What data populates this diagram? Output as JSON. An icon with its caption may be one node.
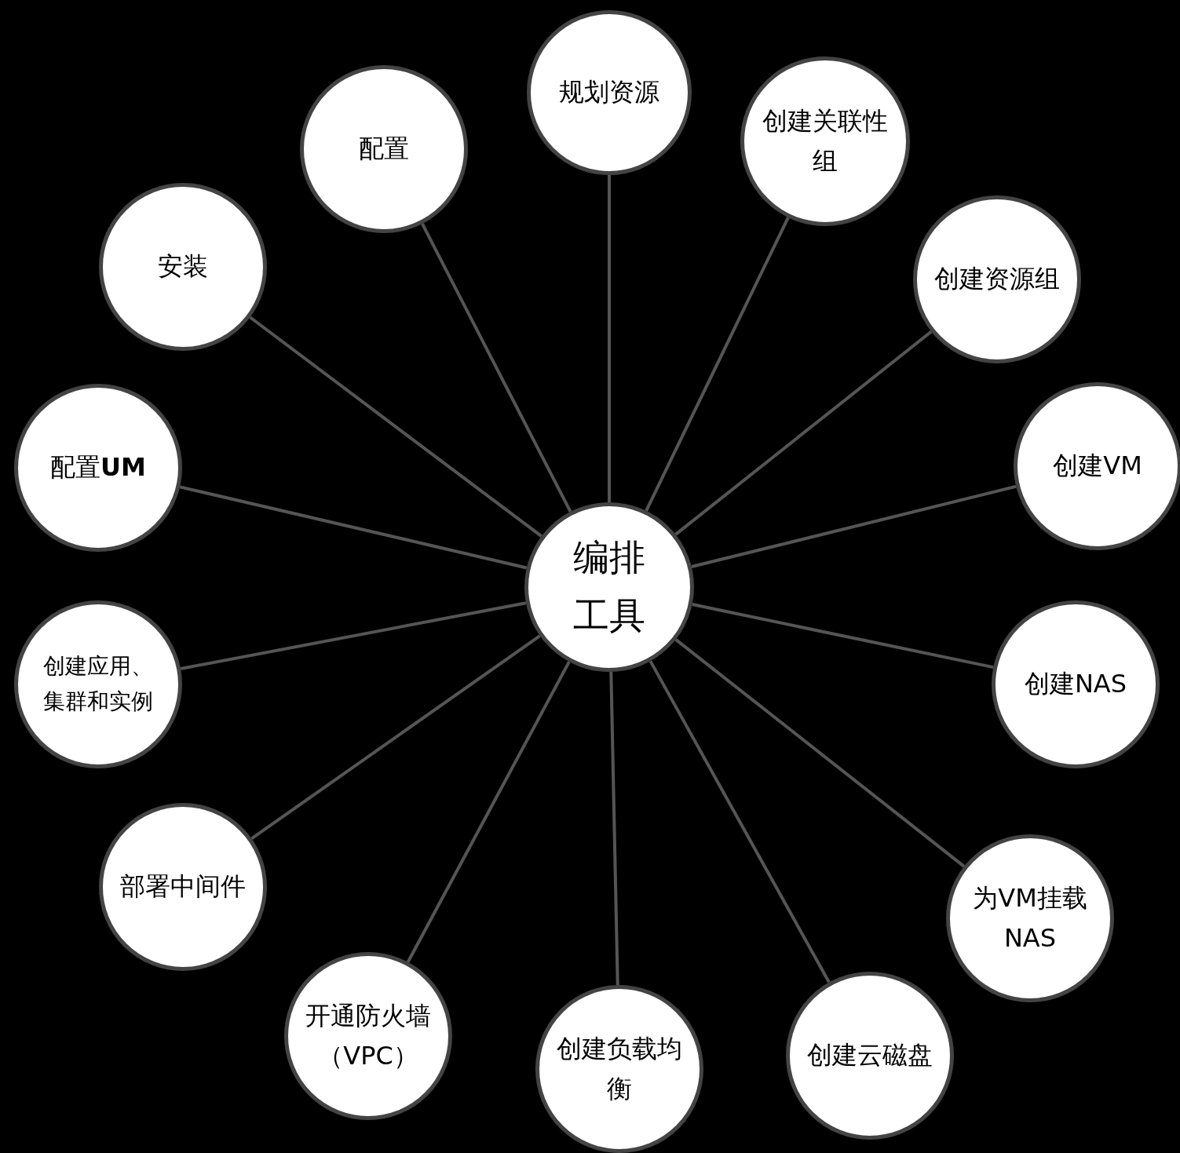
{
  "diagram": {
    "nodes": [
      {
        "text": [
          "编排工具"
        ]
      },
      {
        "text": [
          "规划资源"
        ]
      },
      {
        "text": [
          "创建关联性组"
        ]
      },
      {
        "text": [
          "创建资源组"
        ]
      },
      {
        "text": [
          "创建VM"
        ]
      },
      {
        "text": [
          "创建NAS"
        ]
      },
      {
        "text": [
          "为VM挂载NAS"
        ]
      },
      {
        "text": [
          "创建云磁盘"
        ]
      },
      {
        "text": [
          "创建负载均衡"
        ]
      },
      {
        "text": [
          "开通防火墙（VPC）"
        ]
      },
      {
        "text": [
          "部署中间件"
        ]
      },
      {
        "text": [
          "创建应用、集群和实例"
        ]
      },
      {
        "text": [
          "配置**UM**"
        ]
      },
      {
        "text": [
          "安装"
        ]
      },
      {
        "text": [
          "配置"
        ]
      }
    ],
    "edges": [
      {
        "from": 0,
        "to": 1,
        "arrow": "none"
      },
      {
        "from": 0,
        "to": 2,
        "arrow": "none"
      },
      {
        "from": 0,
        "to": 3,
        "arrow": "none"
      },
      {
        "from": 0,
        "to": 4,
        "arrow": "none"
      },
      {
        "from": 0,
        "to": 5,
        "arrow": "none"
      },
      {
        "from": 0,
        "to": 6,
        "arrow": "none"
      },
      {
        "from": 0,
        "to": 7,
        "arrow": "none"
      },
      {
        "from": 0,
        "to": 8,
        "arrow": "none"
      },
      {
        "from": 0,
        "to": 9,
        "arrow": "none"
      },
      {
        "from": 0,
        "to": 10,
        "arrow": "none"
      },
      {
        "from": 0,
        "to": 11,
        "arrow": "none"
      },
      {
        "from": 0,
        "to": 12,
        "arrow": "none"
      },
      {
        "from": 0,
        "to": 13,
        "arrow": "none"
      },
      {
        "from": 0,
        "to": 14,
        "arrow": "none"
      }
    ]
  }
}
